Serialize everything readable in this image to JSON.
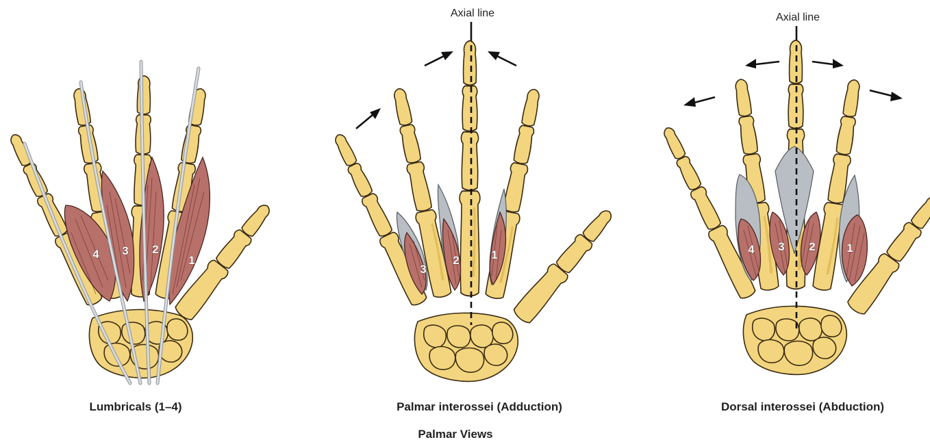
{
  "panels": [
    {
      "caption": "Lumbricals (1–4)",
      "muscle_numbers": [
        "4",
        "3",
        "2",
        "1"
      ]
    },
    {
      "caption": "Palmar interossei (Adduction)",
      "axis_label": "Axial line",
      "muscle_numbers": [
        "3",
        "2",
        "1"
      ]
    },
    {
      "caption": "Dorsal interossei (Abduction)",
      "axis_label": "Axial line",
      "muscle_numbers": [
        "4",
        "3",
        "2",
        "1"
      ]
    }
  ],
  "figure_caption": "Palmar Views",
  "colors": {
    "bone": "#f2d57e",
    "muscle": "#b8716a",
    "tendon": "#d8dcdf",
    "outline": "#3a2a12"
  }
}
